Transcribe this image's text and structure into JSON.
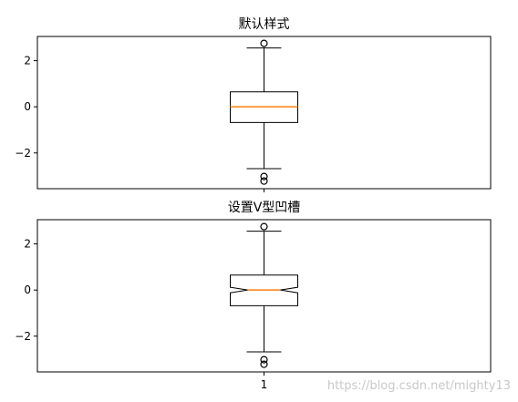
{
  "chart_data": [
    {
      "type": "boxplot",
      "title": "默认样式",
      "notch": false,
      "categories": [
        "1"
      ],
      "show_x_tick_labels": false,
      "yticks": [
        -2,
        0,
        2
      ],
      "ytick_labels": [
        "−2",
        "0",
        "2"
      ],
      "ylim": [
        -3.55,
        3.05
      ],
      "xlim": [
        0.5,
        1.5
      ],
      "box": {
        "q1": -0.68,
        "median": 0.0,
        "q3": 0.65,
        "whisker_low": -2.68,
        "whisker_high": 2.55,
        "fliers": [
          2.75,
          -3.02,
          -3.22
        ],
        "notch_low": -0.12,
        "notch_high": 0.12
      },
      "colors": {
        "box": "#000000",
        "median": "#ff7f0e"
      }
    },
    {
      "type": "boxplot",
      "title": "设置V型凹槽",
      "notch": true,
      "categories": [
        "1"
      ],
      "show_x_tick_labels": true,
      "yticks": [
        -2,
        0,
        2
      ],
      "ytick_labels": [
        "−2",
        "0",
        "2"
      ],
      "ylim": [
        -3.55,
        3.05
      ],
      "xlim": [
        0.5,
        1.5
      ],
      "box": {
        "q1": -0.68,
        "median": 0.0,
        "q3": 0.65,
        "whisker_low": -2.68,
        "whisker_high": 2.55,
        "fliers": [
          2.75,
          -3.02,
          -3.22
        ],
        "notch_low": -0.12,
        "notch_high": 0.12
      },
      "colors": {
        "box": "#000000",
        "median": "#ff7f0e"
      }
    }
  ],
  "watermark": "https://blog.csdn.net/mighty13"
}
